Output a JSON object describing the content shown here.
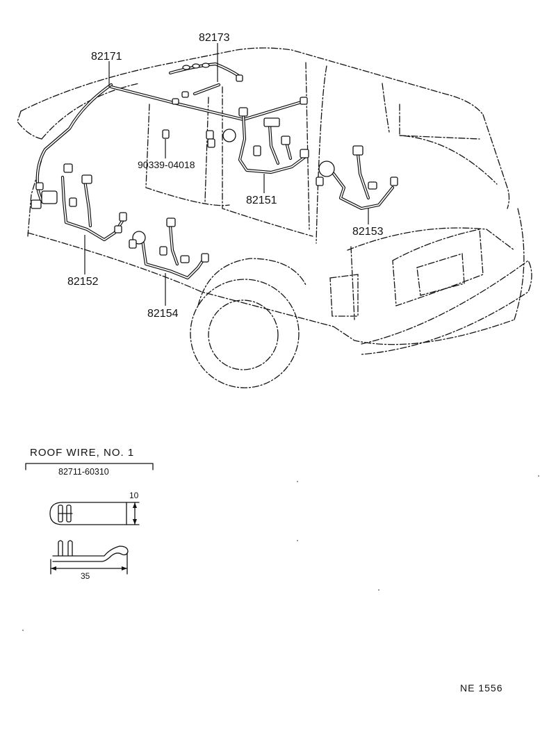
{
  "diagram": {
    "parts": [
      {
        "id": "82171",
        "label": "82171"
      },
      {
        "id": "82173",
        "label": "82173"
      },
      {
        "id": "90339",
        "label": "90339-04018"
      },
      {
        "id": "82151",
        "label": "82151"
      },
      {
        "id": "82153",
        "label": "82153"
      },
      {
        "id": "82152",
        "label": "82152"
      },
      {
        "id": "82154",
        "label": "82154"
      }
    ],
    "detail": {
      "title": "ROOF WIRE, NO. 1",
      "part_number": "82711-60310",
      "dim_height": "10",
      "dim_length": "35"
    },
    "figure_code": "NE 1556"
  }
}
